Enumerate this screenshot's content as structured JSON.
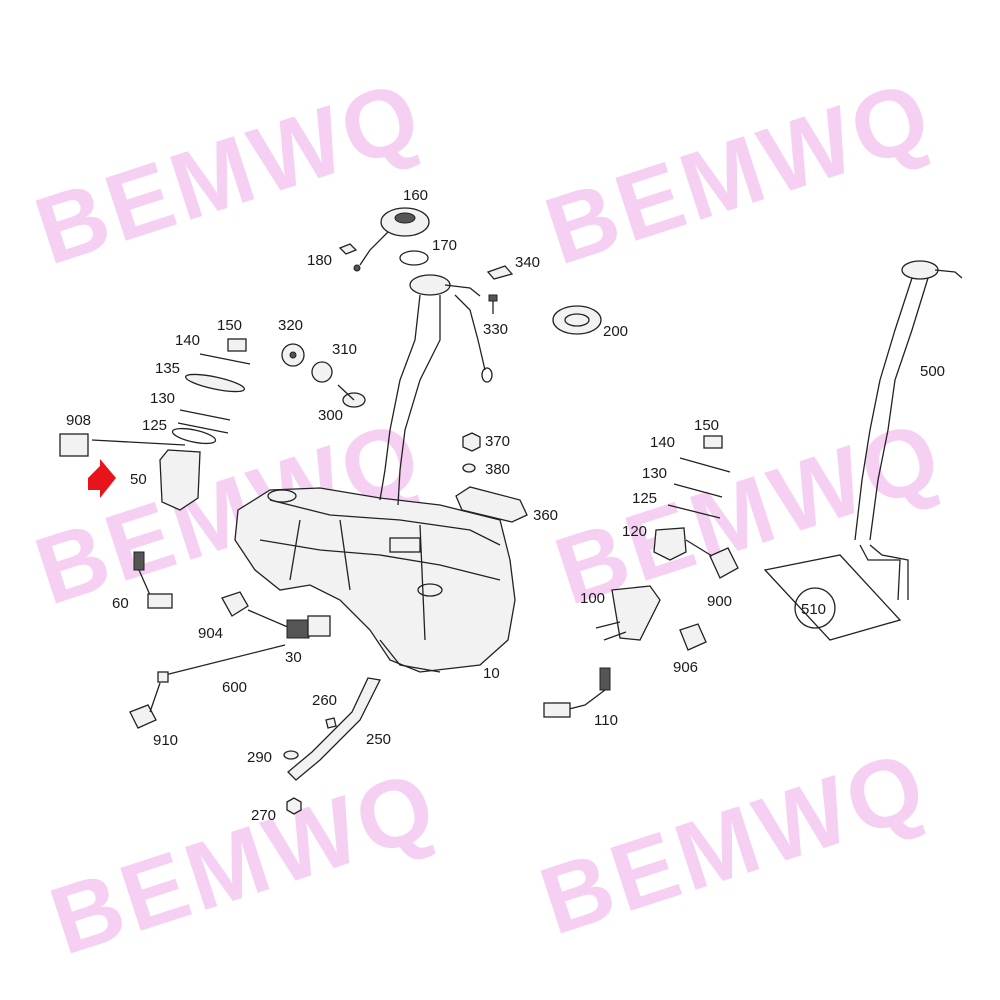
{
  "watermark": {
    "text": "BEMWQ",
    "color": "#f0aaeb"
  },
  "labels": {
    "p10": "10",
    "p30": "30",
    "p50": "50",
    "p60": "60",
    "p100": "100",
    "p110": "110",
    "p120": "120",
    "p125a": "125",
    "p125b": "125",
    "p130a": "130",
    "p130b": "130",
    "p135": "135",
    "p140a": "140",
    "p140b": "140",
    "p150a": "150",
    "p150b": "150",
    "p160": "160",
    "p170": "170",
    "p180": "180",
    "p200": "200",
    "p250": "250",
    "p260": "260",
    "p270": "270",
    "p290": "290",
    "p300": "300",
    "p310": "310",
    "p320": "320",
    "p330": "330",
    "p340": "340",
    "p360": "360",
    "p370": "370",
    "p380": "380",
    "p500": "500",
    "p510": "510",
    "p600": "600",
    "p900": "900",
    "p904": "904",
    "p906": "906",
    "p908": "908",
    "p910": "910"
  },
  "highlight_arrow_color": "#e8141b"
}
